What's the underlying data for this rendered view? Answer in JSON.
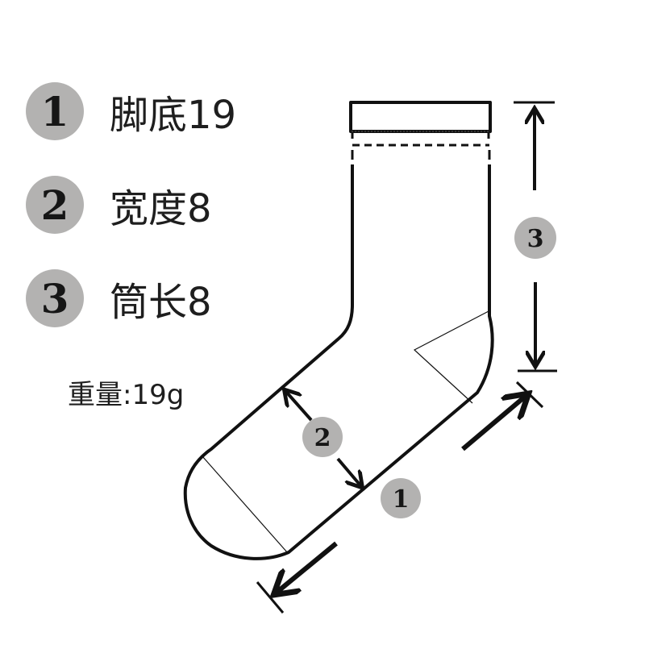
{
  "legend": [
    {
      "number": "1",
      "text": "脚底19"
    },
    {
      "number": "2",
      "text": "宽度8"
    },
    {
      "number": "3",
      "text": "筒长8"
    }
  ],
  "weight": {
    "label": "重量:",
    "value": "19g"
  },
  "diagram_markers": {
    "sole_length": "1",
    "width": "2",
    "tube_length": "3"
  },
  "colors": {
    "badge_fill": "#b3b2b1",
    "outline": "#111111",
    "text": "#1e1e1e"
  }
}
